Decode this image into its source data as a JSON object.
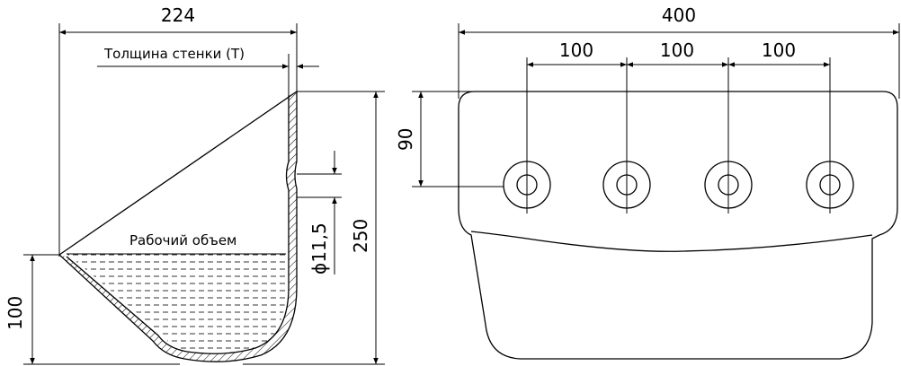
{
  "side_view": {
    "width_label": "224",
    "wall_label": "Толщина стенки (T)",
    "volume_label": "Рабочий объем",
    "hole_label": "ϕ11,5",
    "height_label": "250",
    "fill_label": "100"
  },
  "front_view": {
    "width_label": "400",
    "pitch_labels": [
      "100",
      "100",
      "100"
    ],
    "hole_height_label": "90",
    "hole_count": 4
  },
  "colors": {
    "line": "#000000",
    "background": "#ffffff"
  }
}
